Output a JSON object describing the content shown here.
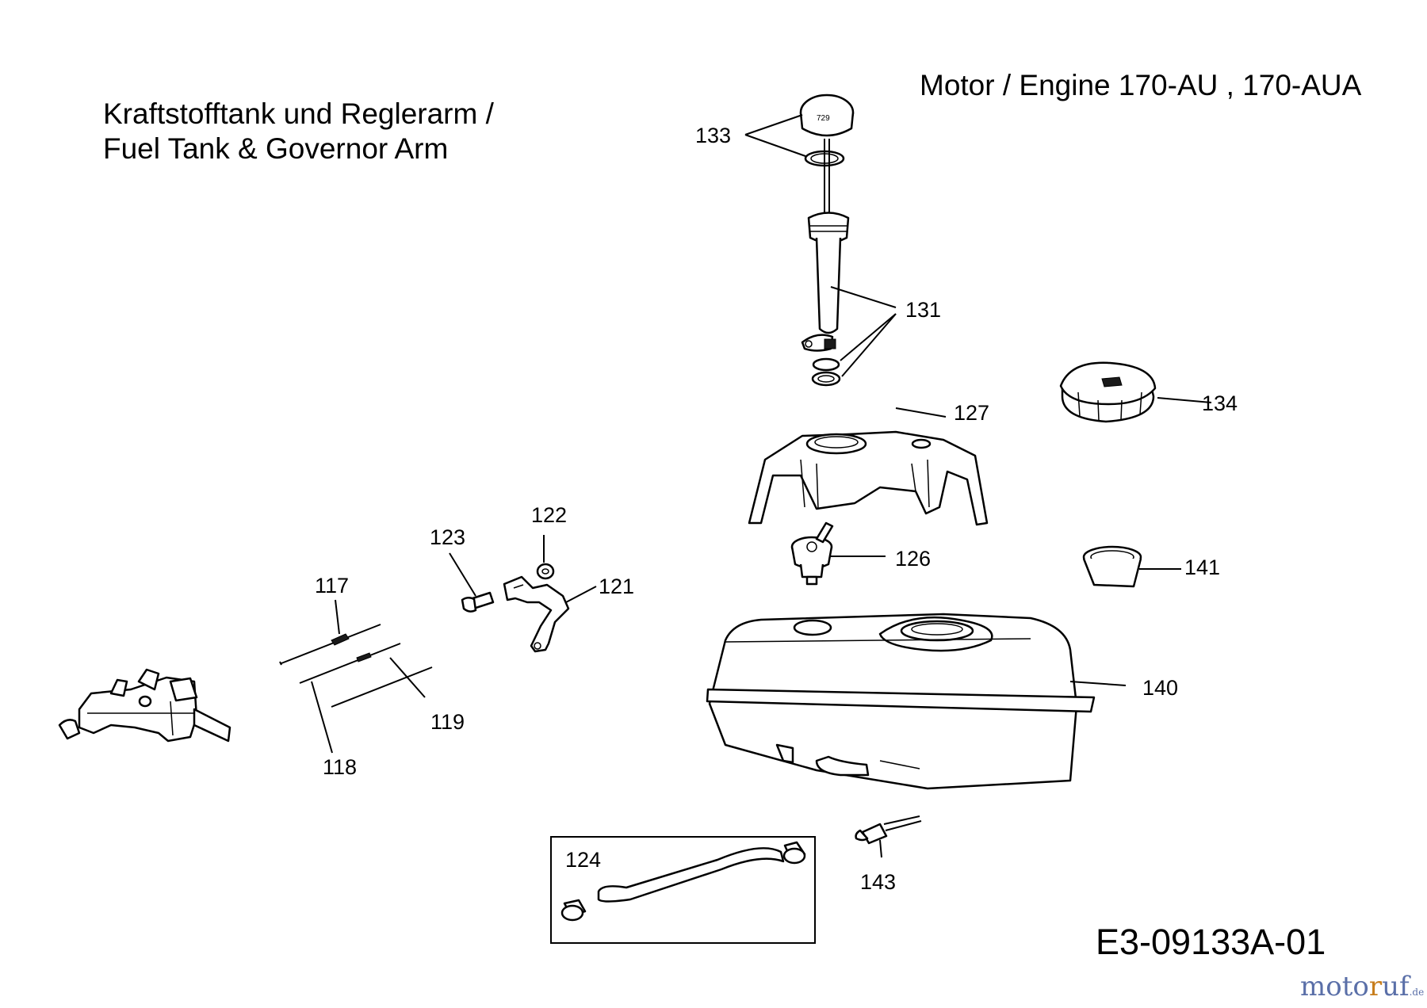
{
  "title": {
    "line1": "Kraftstofftank und Reglerarm /",
    "line2": "Fuel Tank &  Governor Arm"
  },
  "engine_label": "Motor / Engine  170-AU  , 170-AUA",
  "doc_number": "E3-09133A-01",
  "watermark": {
    "main": "motoruf",
    "tld": ".de"
  },
  "parts": [
    {
      "id": "133",
      "label": "133"
    },
    {
      "id": "131",
      "label": "131"
    },
    {
      "id": "134",
      "label": "134"
    },
    {
      "id": "127",
      "label": "127"
    },
    {
      "id": "126",
      "label": "126"
    },
    {
      "id": "141",
      "label": "141"
    },
    {
      "id": "140",
      "label": "140"
    },
    {
      "id": "122",
      "label": "122"
    },
    {
      "id": "123",
      "label": "123"
    },
    {
      "id": "121",
      "label": "121"
    },
    {
      "id": "117",
      "label": "117"
    },
    {
      "id": "118",
      "label": "118"
    },
    {
      "id": "119",
      "label": "119"
    },
    {
      "id": "124",
      "label": "124"
    },
    {
      "id": "143",
      "label": "143"
    }
  ]
}
